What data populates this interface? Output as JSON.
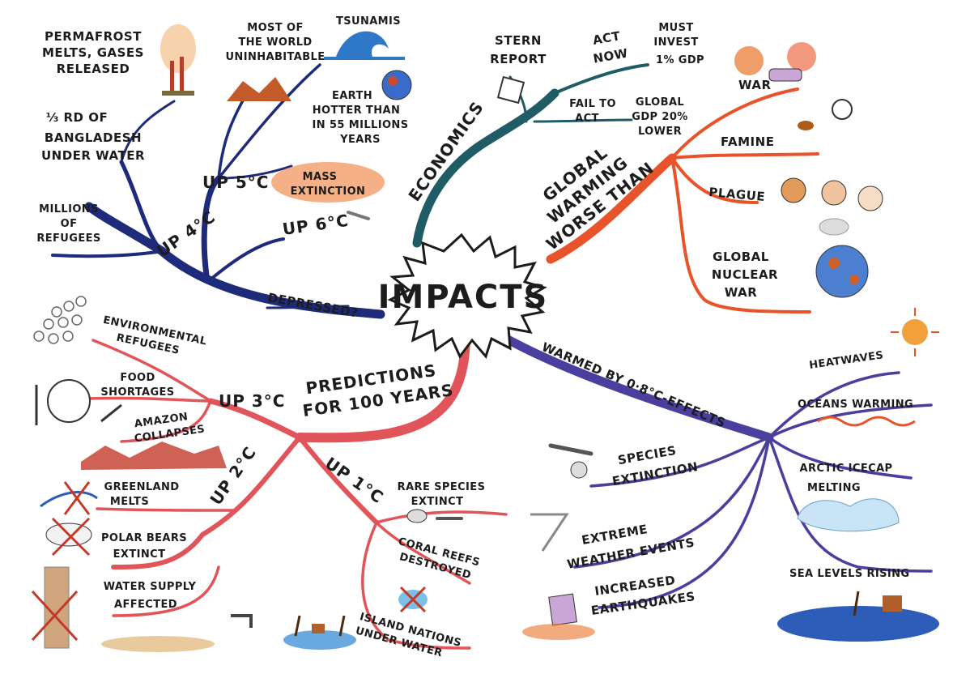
{
  "center": "IMPACTS",
  "colors": {
    "navy": "#1e2a7a",
    "teal": "#1f5c66",
    "orange": "#e8532a",
    "red": "#e0545a",
    "purple": "#4a3e9e"
  },
  "branches": {
    "temp": {
      "main": "UP 4°C",
      "depressed": "DEPRESSED?",
      "up5": "UP 5°C",
      "up6": "UP 6°C",
      "mass": [
        "MASS",
        "EXTINCTION"
      ],
      "permafrost": [
        "PERMAFROST",
        "MELTS, GASES",
        "RELEASED"
      ],
      "bangladesh": [
        "⅓ RD OF",
        "BANGLADESH",
        "UNDER WATER"
      ],
      "refugees": [
        "MILLIONS",
        "OF",
        "REFUGEES"
      ],
      "uninhabitable": [
        "MOST OF",
        "THE WORLD",
        "UNINHABITABLE"
      ],
      "tsunamis": "TSUNAMIS",
      "hotter": [
        "EARTH",
        "HOTTER THAN",
        "IN 55 MILLIONS",
        "YEARS"
      ]
    },
    "economics": {
      "main": "ECONOMICS",
      "stern": [
        "STERN",
        "REPORT"
      ],
      "act_now": [
        "ACT",
        "NOW"
      ],
      "invest": [
        "MUST",
        "INVEST",
        "1% GDP"
      ],
      "fail": [
        "FAIL TO",
        "ACT"
      ],
      "gdp": [
        "GLOBAL",
        "GDP 20%",
        "LOWER"
      ]
    },
    "worse": {
      "main": [
        "GLOBAL",
        "WARMING",
        "WORSE THAN"
      ],
      "war": "WAR",
      "famine": "FAMINE",
      "plague": "PLAGUE",
      "nuclear": [
        "GLOBAL",
        "NUCLEAR",
        "WAR"
      ]
    },
    "warmed": {
      "main": "WARMED BY 0·8°C-EFFECTS",
      "heatwaves": "HEATWAVES",
      "oceans": "OCEANS WARMING",
      "arctic": [
        "ARCTIC ICECAP",
        "MELTING"
      ],
      "sea": "SEA LEVELS RISING",
      "species": [
        "SPECIES",
        "EXTINCTION"
      ],
      "weather": [
        "EXTREME",
        "WEATHER EVENTS"
      ],
      "quakes": [
        "INCREASED",
        "EARTHQUAKES"
      ]
    },
    "predictions": {
      "main": [
        "PREDICTIONS",
        "FOR 100 YEARS"
      ],
      "up3": "UP 3°C",
      "env_refugees": [
        "ENVIRONMENTAL",
        "REFUGEES"
      ],
      "food": [
        "FOOD",
        "SHORTAGES"
      ],
      "amazon": [
        "AMAZON",
        "COLLAPSES"
      ],
      "up2": "UP 2°C",
      "greenland": [
        "GREENLAND",
        "MELTS"
      ],
      "polar": [
        "POLAR BEARS",
        "EXTINCT"
      ],
      "water": [
        "WATER SUPPLY",
        "AFFECTED"
      ],
      "up1": "UP 1°C",
      "rare": [
        "RARE SPECIES",
        "EXTINCT"
      ],
      "coral": [
        "CORAL REEFS",
        "DESTROYED"
      ],
      "island": [
        "ISLAND NATIONS",
        "UNDER WATER"
      ]
    }
  }
}
